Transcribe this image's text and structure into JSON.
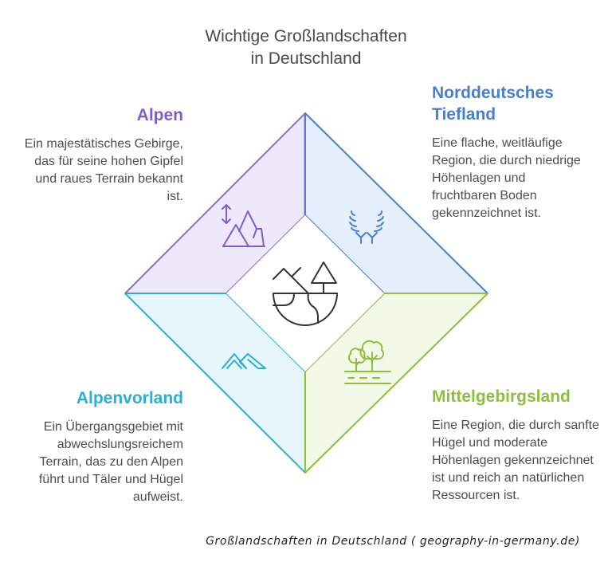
{
  "title": {
    "line1": "Wichtige Großlandschaften",
    "line2": "in Deutschland"
  },
  "regions": [
    {
      "id": "alpen",
      "heading": "Alpen",
      "description": "Ein majestätisches Gebirge, das für seine hohen Gipfel und raues Terrain bekannt ist.",
      "color": "#7b5fcf",
      "fill": "#ede9fa",
      "icon": "mountains-with-height-arrow-icon",
      "position": "top-left"
    },
    {
      "id": "norddeutsches-tiefland",
      "heading": "Norddeutsches Tiefland",
      "description": "Eine flache, weitläufige Region, die durch niedrige Höhenlagen und fruchtbaren Boden gekennzeichnet ist.",
      "color": "#4a7fd0",
      "fill": "#e5effb",
      "icon": "wheat-icon",
      "position": "top-right"
    },
    {
      "id": "alpenvorland",
      "heading": "Alpenvorland",
      "description": "Ein Übergangsgebiet mit abwechslungsreichem Terrain, das zu den Alpen führt und Täler und Hügel aufweist.",
      "color": "#2ab0d2",
      "fill": "#e6f6fc",
      "icon": "hills-icon",
      "position": "bottom-left"
    },
    {
      "id": "mittelgebirgsland",
      "heading": "Mittelgebirgsland",
      "description": "Eine Region, die durch sanfte Hügel und moderate Höhenlagen gekennzeichnet ist und reich an natürlichen Ressourcen ist.",
      "color": "#8dc03c",
      "fill": "#f3f9e7",
      "icon": "trees-landscape-icon",
      "position": "bottom-right"
    }
  ],
  "center": {
    "icon": "landscape-globe-icon",
    "color": "#333333"
  },
  "footer": {
    "caption": "Großlandschaften in Deutschland ( geography-in-germany.de)"
  }
}
